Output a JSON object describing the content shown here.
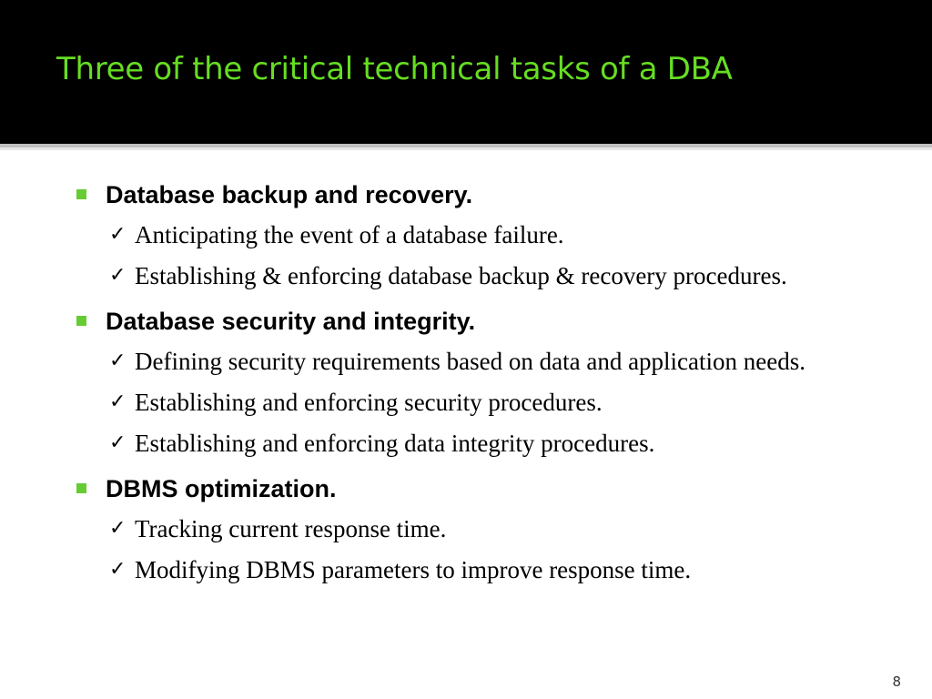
{
  "slide": {
    "title": "Three of the critical technical tasks of a DBA",
    "page_number": "8",
    "colors": {
      "title_band": "#000000",
      "title_text": "#66dd22",
      "bullet": "#66cc33",
      "body_text": "#000000"
    },
    "icons": {
      "section_bullet": "square-bullet-icon",
      "sub_bullet": "checkmark-icon"
    },
    "sections": [
      {
        "heading": "Database backup and recovery.",
        "items": [
          "Anticipating the event of a database failure.",
          "Establishing & enforcing database backup & recovery procedures."
        ]
      },
      {
        "heading": "Database security and integrity.",
        "items": [
          "Defining security requirements based on data and application needs.",
          "Establishing and enforcing security procedures.",
          "Establishing and enforcing data integrity procedures."
        ]
      },
      {
        "heading": "DBMS optimization.",
        "items": [
          "Tracking current response time.",
          "Modifying DBMS parameters to improve response time."
        ]
      }
    ]
  }
}
